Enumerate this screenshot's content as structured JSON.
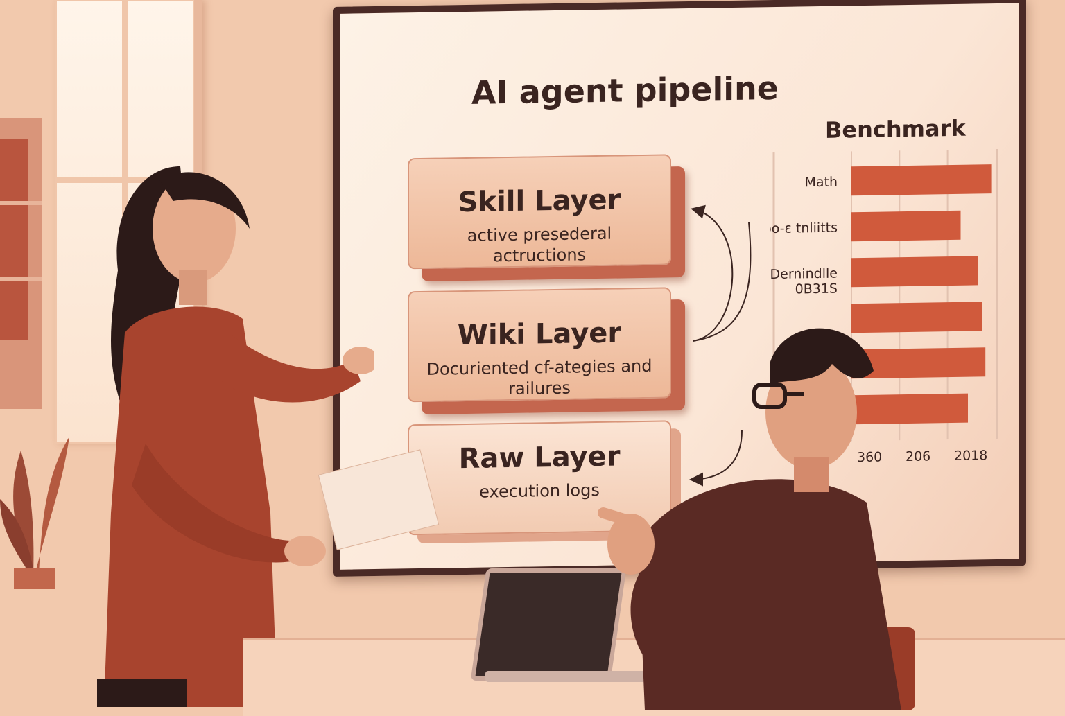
{
  "slide": {
    "title": "AI agent pipeline",
    "layers": [
      {
        "name": "Skill Layer",
        "description": "active presederal actructions"
      },
      {
        "name": "Wiki Layer",
        "description": "Docuriented cf-ategies and railures"
      },
      {
        "name": "Raw Layer",
        "description": "execution logs"
      }
    ]
  },
  "chart_data": {
    "type": "bar",
    "title": "Benchmark",
    "categories": [
      "Math",
      "Grοo-ε tnliitts",
      "Dernindlle",
      "",
      "",
      ""
    ],
    "category_sublabels": [
      "",
      "",
      "0B31S",
      "",
      "",
      ""
    ],
    "values": [
      0.96,
      0.75,
      0.87,
      0.9,
      0.92,
      0.8
    ],
    "x_tick_labels": [
      "360",
      "206",
      "2018"
    ],
    "orientation": "horizontal",
    "grid": true,
    "bar_color": "#d05a3c"
  },
  "colors": {
    "accent": "#d05a3c",
    "screen_bezel": "#4a2a26",
    "layer_face": "#f2c4a8"
  }
}
